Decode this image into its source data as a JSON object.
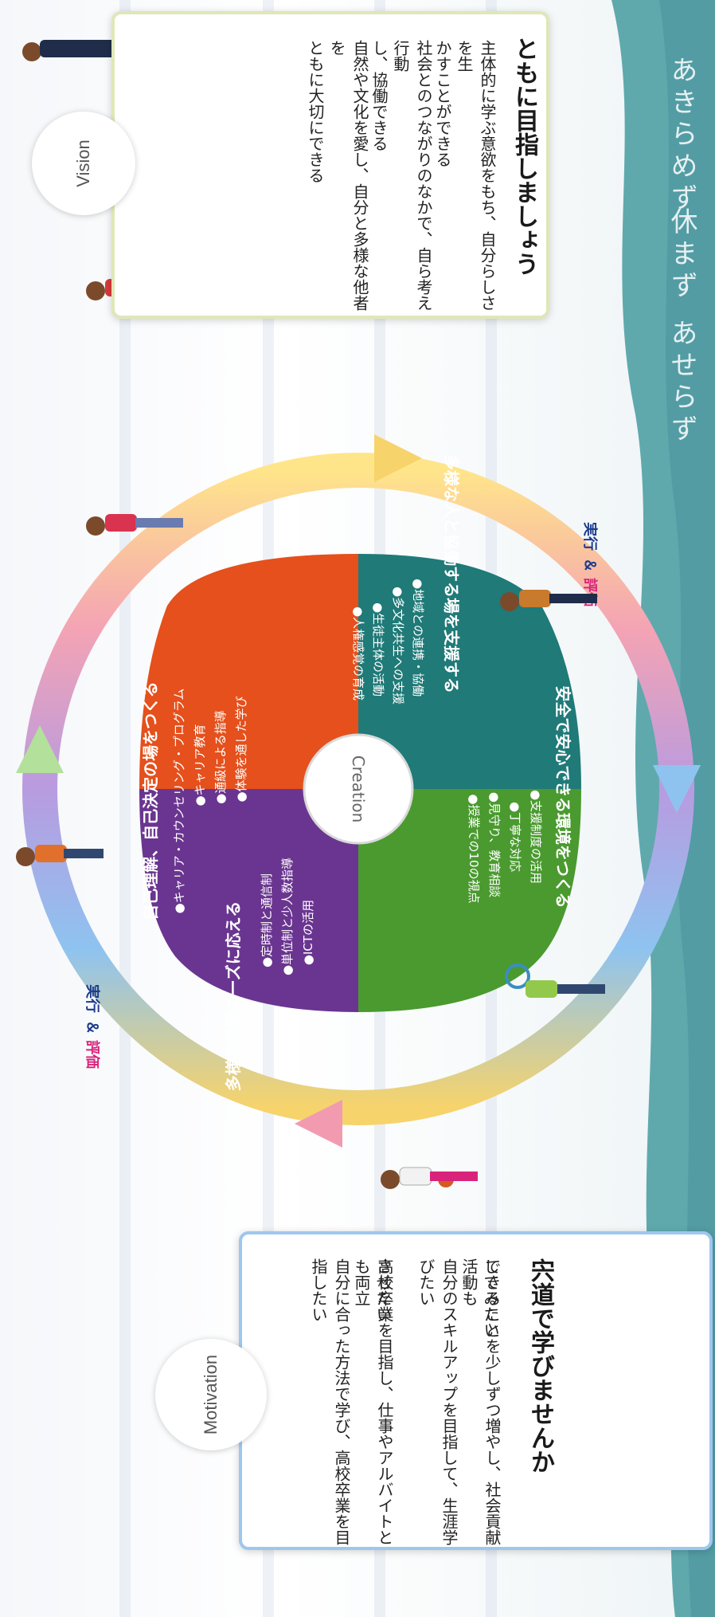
{
  "vision": {
    "label": "Vision",
    "title": "ともに目指しましょう",
    "lines": [
      "主体的に学ぶ意欲をもち、自分らしさを生",
      "かすことができる",
      "社会とのつながりのなかで、自ら考え行動",
      "し、協働できる",
      "自然や文化を愛し、自分と多様な他者を",
      "ともに大切にできる"
    ]
  },
  "motivation": {
    "label": "Motivation",
    "title": "宍道で学びませんか",
    "lines": [
      "自分に合った方法で学び、高校卒業を目指したい",
      "高校卒業を目指し、仕事やアルバイトとも両立",
      "させたい",
      "自分のスキルアップを目指して、生涯学びたい",
      "できることを少しずつ増やし、社会貢献活動も",
      "してみたい"
    ]
  },
  "center": {
    "label": "Creation"
  },
  "cycle_labels": {
    "top_right": [
      "実行",
      "＆",
      "評価"
    ],
    "bottom_left": [
      "実行",
      "＆",
      "評価"
    ]
  },
  "segments": [
    {
      "title": "自己理解、自己決定の場をつくる",
      "color": "#e5501c",
      "items": [
        "●キャリア・カウンセリング・プログラム",
        "●キャリア教育",
        "●通級による指導",
        "●体験を通した学び"
      ]
    },
    {
      "title": "多様な人と協働する場を支援する",
      "color": "#1f7a78",
      "items": [
        "●地域との連携・協働",
        "●多文化共生への支援",
        "●生徒主体の活動",
        "●人権感覚の育成"
      ]
    },
    {
      "title": "安全で安心できる環境をつくる",
      "color": "#4a9a2f",
      "items": [
        "●支援制度の活用",
        "●丁寧な対応",
        "●見守り、教育相談",
        "●授業での10の視点"
      ]
    },
    {
      "title": "多様な学習ニーズに応える",
      "color": "#6a3590",
      "items": [
        "●定時制と通信制",
        "●単位制と少人数指導",
        "●ICTの活用"
      ]
    }
  ],
  "deco_text": [
    "あせらず",
    "休まず",
    "あきらめず"
  ]
}
